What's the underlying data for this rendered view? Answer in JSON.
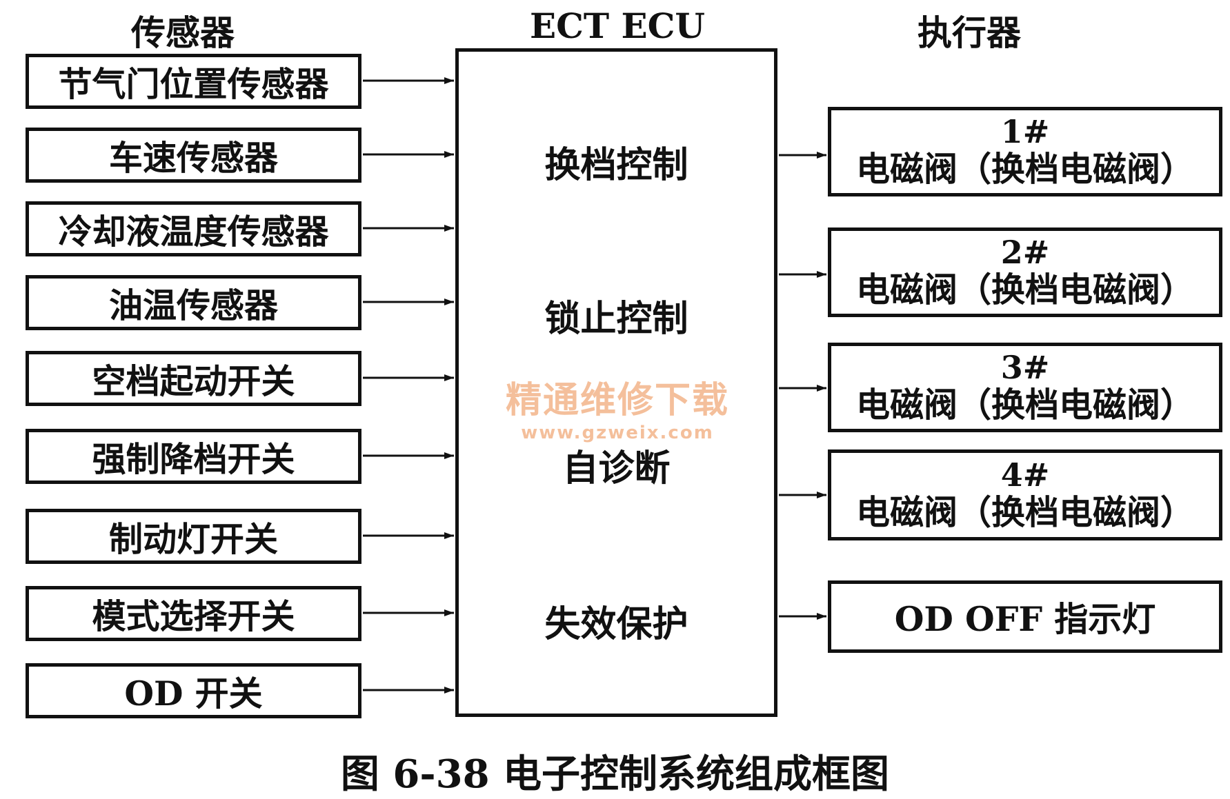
{
  "headers": {
    "sensors": "传感器",
    "ecu": "ECT  ECU",
    "actuators": "执行器"
  },
  "sensors": [
    "节气门位置传感器",
    "车速传感器",
    "冷却液温度传感器",
    "油温传感器",
    "空档起动开关",
    "强制降档开关",
    "制动灯开关",
    "模式选择开关",
    "OD 开关"
  ],
  "ecu_functions": [
    "换档控制",
    "锁止控制",
    "自诊断",
    "失效保护"
  ],
  "actuators": [
    {
      "num": "1#",
      "desc": "电磁阀（换档电磁阀）"
    },
    {
      "num": "2#",
      "desc": "电磁阀（换档电磁阀）"
    },
    {
      "num": "3#",
      "desc": "电磁阀（换档电磁阀）"
    },
    {
      "num": "4#",
      "desc": "电磁阀（换档电磁阀）"
    },
    {
      "num": "",
      "desc": "OD OFF 指示灯"
    }
  ],
  "watermark": {
    "text": "精通维修下载",
    "url": "www.gzweix.com"
  },
  "caption": "图 6-38    电子控制系统组成框图"
}
